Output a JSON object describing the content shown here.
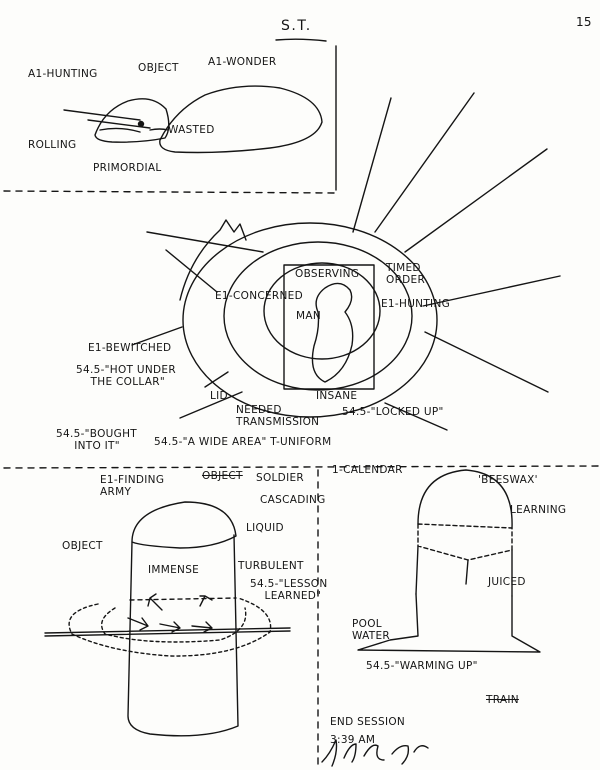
{
  "header": {
    "title": "S.T.",
    "page_number": "15"
  },
  "section_top": {
    "a1_hunting": "A1-HUNTING",
    "object": "OBJECT",
    "a1_wonder": "A1-WONDER",
    "wasted": "WASTED",
    "rolling": "ROLLING",
    "primordial": "PRIMORDIAL"
  },
  "section_middle": {
    "observing": "OBSERVING",
    "timed_order": "TIMED\nORDER",
    "e1_concerned": "E1-CONCERNED",
    "man": "MAN",
    "e1_hunting": "E1-HUNTING",
    "e1_bewitched": "E1-BEWITCHED",
    "hot_under_collar": "54.5-\"HOT UNDER\n    THE COLLAR\"",
    "lid": "LID",
    "insane": "INSANE",
    "needed_transmission": "NEEDED\nTRANSMISSION",
    "locked_up": "54.5-\"LOCKED UP\"",
    "bought_into_it": "54.5-\"BOUGHT\n     INTO IT\"",
    "wide_area": "54.5-\"A WIDE AREA\" T-UNIFORM"
  },
  "section_bottom_left": {
    "e1_finding_army": "E1-FINDING\nARMY",
    "object_struck": "OBJECT",
    "soldier": "SOLDIER",
    "cascading": "CASCADING",
    "object": "OBJECT",
    "liquid": "LIQUID",
    "turbulent": "TURBULENT",
    "immense": "IMMENSE",
    "lesson_learned": "54.5-\"LESSON\n    LEARNED\""
  },
  "section_bottom_right": {
    "calendar": "1-CALENDAR",
    "beeswax": "'BEESWAX'",
    "learning": "LEARNING",
    "juiced": "JUICED",
    "pool_water": "POOL\nWATER",
    "warming_up": "54.5-\"WARMING UP\"",
    "train_struck": "TRAIN"
  },
  "footer": {
    "end_session": "END SESSION",
    "time": "3:39 AM",
    "signature": "Jeff Coles"
  },
  "colors": {
    "ink": "#151515",
    "paper": "#fdfdfb"
  }
}
